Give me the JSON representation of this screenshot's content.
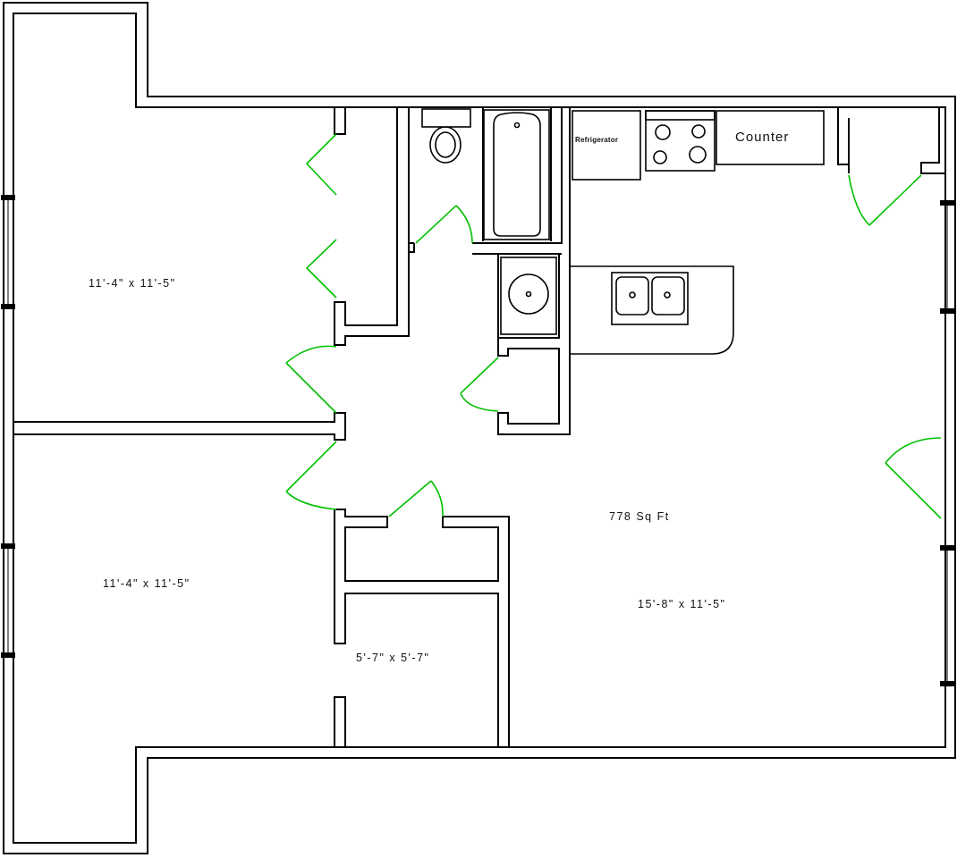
{
  "rooms": {
    "bedroom_upper": "11'-4\" x 11'-5\"",
    "bedroom_lower": "11'-4\" x 11'-5\"",
    "closet_small": "5'-7\" x 5'-7\"",
    "living_area": "15'-8\" x 11'-5\"",
    "total_area": "778 Sq Ft"
  },
  "fixtures": {
    "refrigerator": "Refrigerator",
    "counter": "Counter"
  },
  "colors": {
    "walls": "#000000",
    "doors": "#00c000",
    "background": "#ffffff"
  }
}
